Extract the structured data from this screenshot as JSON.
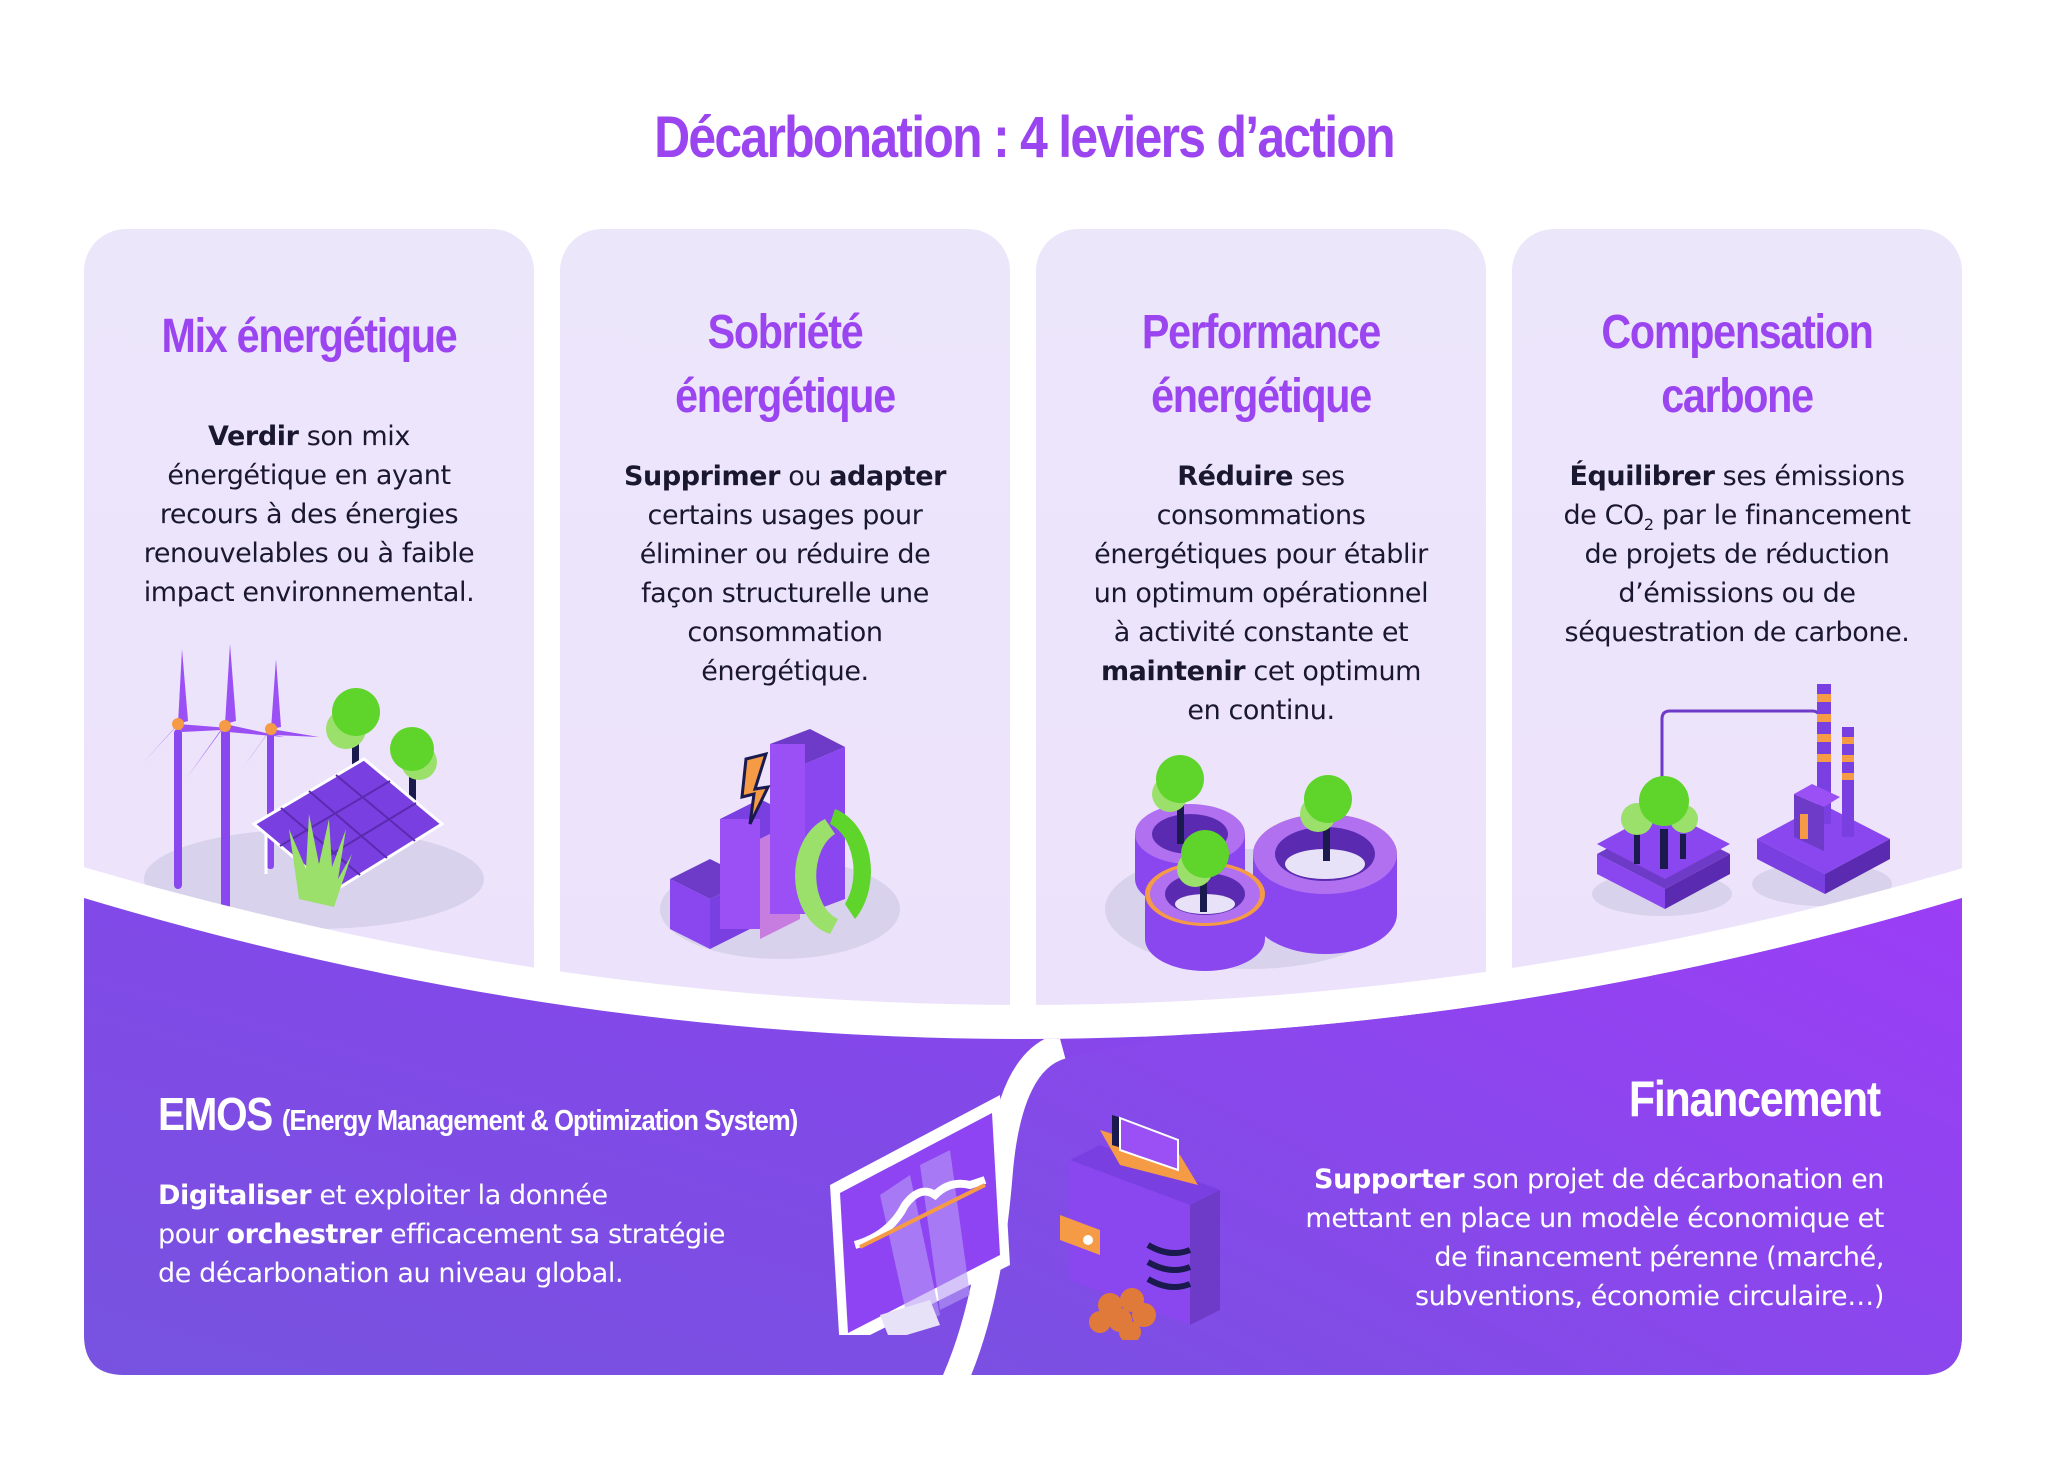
{
  "header": {
    "title": "Décarbonation : 4 leviers d’action"
  },
  "colors": {
    "accent_purple": "#9B45F0",
    "card_bg": "#ECE6FB",
    "panel_left": "#7B55E0",
    "panel_right": "#9B3DF5",
    "green": "#5FD42A",
    "light_green": "#9BE06A",
    "orange": "#F59A45",
    "navy": "#1A1A4E",
    "text_dark": "#1A1830"
  },
  "levers": [
    {
      "title": "Mix énergétique",
      "body": [
        {
          "bold": "Verdir",
          "text": " son mix"
        },
        {
          "text": "énergétique en ayant"
        },
        {
          "text": "recours à des énergies"
        },
        {
          "text": "renouvelables ou à faible"
        },
        {
          "text": "impact environnemental."
        }
      ],
      "icon": "wind-turbines-solar-panel-icon"
    },
    {
      "title_line1": "Sobriété",
      "title_line2": "énergétique",
      "body": [
        {
          "bold": "Supprimer",
          "text": " ou ",
          "bold2": "adapter"
        },
        {
          "text": "certains usages pour"
        },
        {
          "text": "éliminer ou réduire de"
        },
        {
          "text": "façon structurelle une"
        },
        {
          "text": "consommation"
        },
        {
          "text": "énergétique."
        }
      ],
      "icon": "bar-chart-recycle-icon"
    },
    {
      "title_line1": "Performance",
      "title_line2": "énergétique",
      "body": [
        {
          "bold": "Réduire",
          "text": " ses"
        },
        {
          "text": "consommations"
        },
        {
          "text": "énergétiques pour établir"
        },
        {
          "text": "un optimum opérationnel"
        },
        {
          "text": "à activité constante et"
        },
        {
          "bold": "maintenir",
          "text": " cet optimum"
        },
        {
          "text": "en continu."
        }
      ],
      "icon": "gears-trees-icon"
    },
    {
      "title_line1": "Compensation",
      "title_line2": "carbone",
      "body": [
        {
          "bold": "Équilibrer",
          "text": " ses émissions"
        },
        {
          "pre": "de CO",
          "sub": "2",
          "text": " par le financement"
        },
        {
          "text": "de projets de réduction"
        },
        {
          "text": "d’émissions ou de"
        },
        {
          "text": "séquestration de carbone."
        }
      ],
      "icon": "trees-factory-icon"
    }
  ],
  "emos": {
    "title": "EMOS",
    "subtitle": "(Energy Management & Optimization System)",
    "line1_bold": "Digitaliser",
    "line1_text": " et exploiter la donnée",
    "line2_pre": "pour ",
    "line2_bold": "orchestrer",
    "line2_text": " efficacement sa stratégie",
    "line3_text": "de décarbonation au niveau global.",
    "icon": "monitor-chart-icon"
  },
  "financement": {
    "title": "Financement",
    "line1_bold": "Supporter",
    "line1_text": " son projet de décarbonation en",
    "line2_text": "mettant en place un modèle économique et",
    "line3_text": "de financement pérenne (marché,",
    "line4_text": "subventions, économie circulaire…)",
    "icon": "wallet-coins-icon"
  }
}
